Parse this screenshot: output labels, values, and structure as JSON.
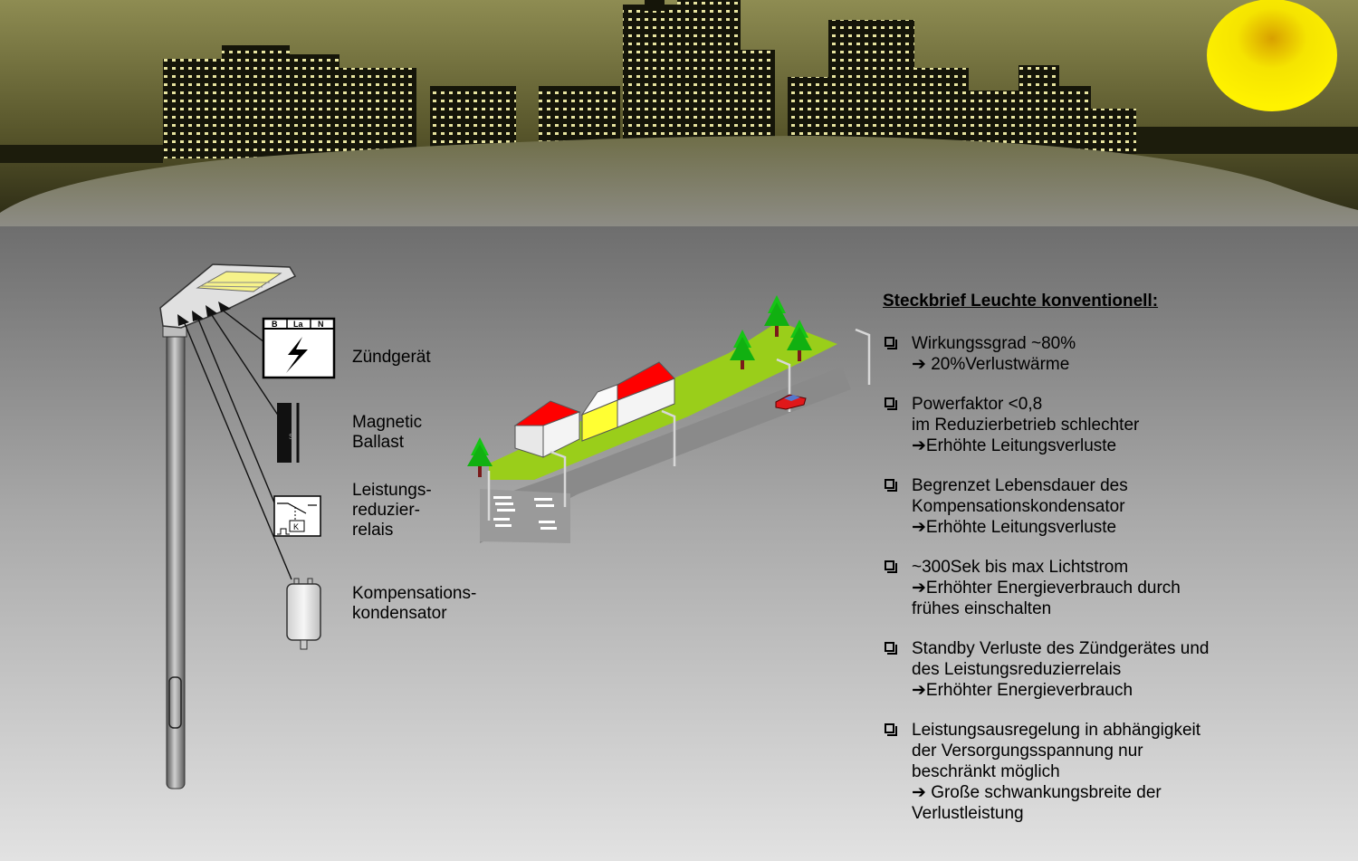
{
  "components": {
    "igniter": "Zündgerät",
    "ballast": "Magnetic\nBallast",
    "relay": "Leistungs-\nreduzier-\nrelais",
    "capacitor": "Kompensations-\nkondensator"
  },
  "symbols": {
    "igniter_terminals": [
      "B",
      "La",
      "N"
    ],
    "relay_coil": "K"
  },
  "card": {
    "title": "Steckbrief Leuchte konventionell:",
    "items": [
      [
        "Wirkungssgrad ~80%",
        "➔ 20%Verlustwärme"
      ],
      [
        "Powerfaktor <0,8",
        "im Reduzierbetrieb schlechter",
        "➔Erhöhte Leitungsverluste"
      ],
      [
        "Begrenzet Lebensdauer des",
        "Kompensationskondensator",
        "➔Erhöhte Leitungsverluste"
      ],
      [
        "~300Sek bis max Lichtstrom",
        "➔Erhöhter Energieverbrauch durch",
        "frühes einschalten"
      ],
      [
        "Standby Verluste des Zündgerätes und",
        "des Leistungsreduzierrelais",
        "➔Erhöhter Energieverbrauch"
      ],
      [
        "Leistungsausregelung in abhängigkeit",
        "der Versorgungsspannung nur",
        "beschränkt möglich",
        "➔ Große schwankungsbreite der",
        "Verlustleistung"
      ]
    ]
  },
  "colors": {
    "sun": "#f5e400",
    "skyline_tint": "#6f6d2a",
    "grass": "#9ace1a",
    "roof": "#ff0000"
  }
}
